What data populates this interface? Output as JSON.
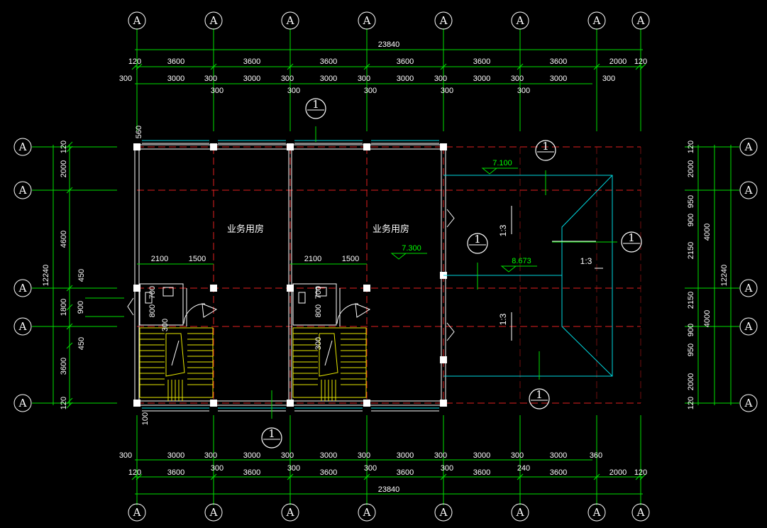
{
  "axis_bubble": "A",
  "section_marker": "1",
  "room_labels": [
    "业务用房",
    "业务用房"
  ],
  "elevations": [
    "7.100",
    "7.300",
    "8.673"
  ],
  "slopes": [
    "1:3",
    "1:3",
    "1:3"
  ],
  "top_dims": {
    "total": "23840",
    "row1": [
      "120",
      "3600",
      "3600",
      "3600",
      "3600",
      "3600",
      "3600",
      "2000",
      "120"
    ],
    "row2": [
      "300",
      "3000",
      "300",
      "3000",
      "300",
      "3000",
      "300",
      "3000",
      "300",
      "3000",
      "300",
      "3000",
      "300"
    ],
    "row2_sub": [
      "300",
      "300",
      "300",
      "300",
      "300"
    ]
  },
  "bottom_dims": {
    "total": "23840",
    "row1": [
      "120",
      "3600",
      "3600",
      "3600",
      "3600",
      "3600",
      "3600",
      "2000",
      "120"
    ],
    "row1_sub": [
      "300",
      "300",
      "300",
      "300",
      "240"
    ],
    "row2": [
      "300",
      "3000",
      "300",
      "3000",
      "300",
      "3000",
      "300",
      "3000",
      "300",
      "3000",
      "300",
      "3000",
      "360"
    ]
  },
  "left_dims": {
    "total": "12240",
    "row1": [
      "120",
      "2000",
      "4600",
      "450",
      "1800",
      "450",
      "3600",
      "120"
    ],
    "small": [
      "900"
    ]
  },
  "right_dims": {
    "total": "12240",
    "row1": [
      "120",
      "2000",
      "950",
      "900",
      "2150",
      "2150",
      "900",
      "950",
      "2000",
      "120"
    ],
    "row2": [
      "4000",
      "4000"
    ]
  },
  "room_dims": [
    "2100",
    "1500",
    "2100",
    "1500"
  ],
  "misc_labels": [
    "560",
    "800",
    "700",
    "800",
    "700",
    "300",
    "300",
    "100"
  ]
}
